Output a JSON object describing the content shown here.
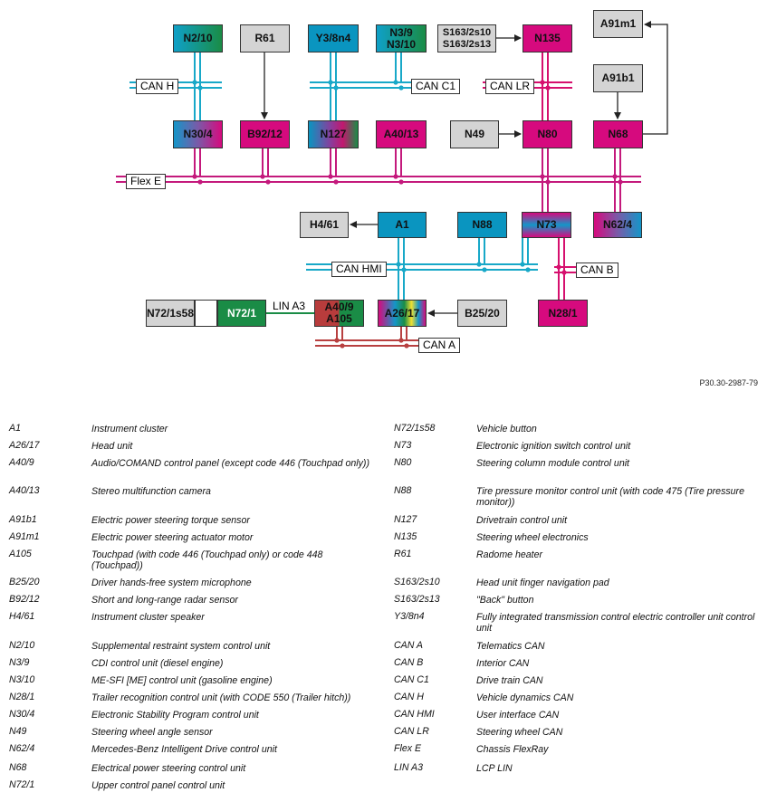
{
  "modules": {
    "n2_10": "N2/10",
    "r61": "R61",
    "y3_8n4": "Y3/8n4",
    "n3_9": "N3/9",
    "n3_10": "N3/10",
    "s163_2s10": "S163/2s10",
    "s163_2s13": "S163/2s13",
    "n135": "N135",
    "a91m1": "A91m1",
    "a91b1": "A91b1",
    "n30_4": "N30/4",
    "b92_12": "B92/12",
    "n127": "N127",
    "a40_13": "A40/13",
    "n49": "N49",
    "n80": "N80",
    "n68": "N68",
    "h4_61": "H4/61",
    "a1": "A1",
    "n88": "N88",
    "n73": "N73",
    "n62_4": "N62/4",
    "n72_1s58": "N72/1s58",
    "n72_1": "N72/1",
    "a40_9": "A40/9",
    "a105": "A105",
    "a26_17": "A26/17",
    "b25_20": "B25/20",
    "n28_1": "N28/1"
  },
  "buses": {
    "can_h": "CAN H",
    "can_c1": "CAN C1",
    "can_lr": "CAN LR",
    "flex_e": "Flex E",
    "can_hmi": "CAN HMI",
    "can_b": "CAN B",
    "can_a": "CAN A",
    "lin_a3": "LIN A3"
  },
  "colors": {
    "can_h": "#18a8c8",
    "can_c1": "#18a8c8",
    "can_hmi": "#18a8c8",
    "can_lr": "#d6106e",
    "can_b": "#d6106e",
    "flex_e": "#c4197c",
    "can_a": "#b84040",
    "lin_a3": "#1a8c46",
    "arrow": "#222222"
  },
  "reference": "P30.30-2987-79",
  "legend_left": [
    {
      "code": "A1",
      "desc": "Instrument cluster"
    },
    {
      "code": "A26/17",
      "desc": "Head unit"
    },
    {
      "code": "A40/9",
      "desc": "Audio/COMAND control panel (except code 446 (Touchpad only))"
    },
    {
      "code": "A40/13",
      "desc": "Stereo multifunction camera"
    },
    {
      "code": "A91b1",
      "desc": "Electric power steering torque sensor"
    },
    {
      "code": "A91m1",
      "desc": "Electric power steering actuator motor"
    },
    {
      "code": "A105",
      "desc": "Touchpad (with code 446 (Touchpad only) or code 448 (Touchpad))"
    },
    {
      "code": "B25/20",
      "desc": "Driver hands-free system microphone"
    },
    {
      "code": "B92/12",
      "desc": "Short and long-range radar sensor"
    },
    {
      "code": "H4/61",
      "desc": "Instrument cluster speaker"
    },
    {
      "code": "N2/10",
      "desc": "Supplemental restraint system control unit"
    },
    {
      "code": "N3/9",
      "desc": "CDI control unit (diesel engine)"
    },
    {
      "code": "N3/10",
      "desc": "ME-SFI [ME] control unit (gasoline engine)"
    },
    {
      "code": "N28/1",
      "desc": "Trailer recognition control unit (with CODE 550 (Trailer hitch))"
    },
    {
      "code": "N30/4",
      "desc": "Electronic Stability Program control unit"
    },
    {
      "code": "N49",
      "desc": "Steering wheel angle sensor"
    },
    {
      "code": "N62/4",
      "desc": "Mercedes-Benz Intelligent Drive control unit"
    },
    {
      "code": "N68",
      "desc": "Electrical power steering control unit"
    },
    {
      "code": "N72/1",
      "desc": "Upper control panel control unit"
    }
  ],
  "legend_right": [
    {
      "code": "N72/1s58",
      "desc": "Vehicle button"
    },
    {
      "code": "N73",
      "desc": "Electronic ignition switch control unit"
    },
    {
      "code": "N80",
      "desc": "Steering column module control unit"
    },
    {
      "code": "N88",
      "desc": "Tire pressure monitor control unit (with code 475 (Tire pressure monitor))"
    },
    {
      "code": "N127",
      "desc": "Drivetrain control unit"
    },
    {
      "code": "N135",
      "desc": "Steering wheel electronics"
    },
    {
      "code": "R61",
      "desc": "Radome heater"
    },
    {
      "code": "S163/2s10",
      "desc": "Head unit finger navigation pad"
    },
    {
      "code": "S163/2s13",
      "desc": "\"Back\" button"
    },
    {
      "code": "Y3/8n4",
      "desc": "Fully integrated transmission control electric controller unit control unit"
    },
    {
      "code": "CAN A",
      "desc": "Telematics CAN"
    },
    {
      "code": "CAN B",
      "desc": "Interior CAN"
    },
    {
      "code": "CAN C1",
      "desc": "Drive train CAN"
    },
    {
      "code": "CAN H",
      "desc": "Vehicle dynamics CAN"
    },
    {
      "code": "CAN HMI",
      "desc": "User interface CAN"
    },
    {
      "code": "CAN LR",
      "desc": "Steering wheel CAN"
    },
    {
      "code": "Flex E",
      "desc": "Chassis FlexRay"
    },
    {
      "code": "LIN A3",
      "desc": "LCP LIN"
    }
  ]
}
